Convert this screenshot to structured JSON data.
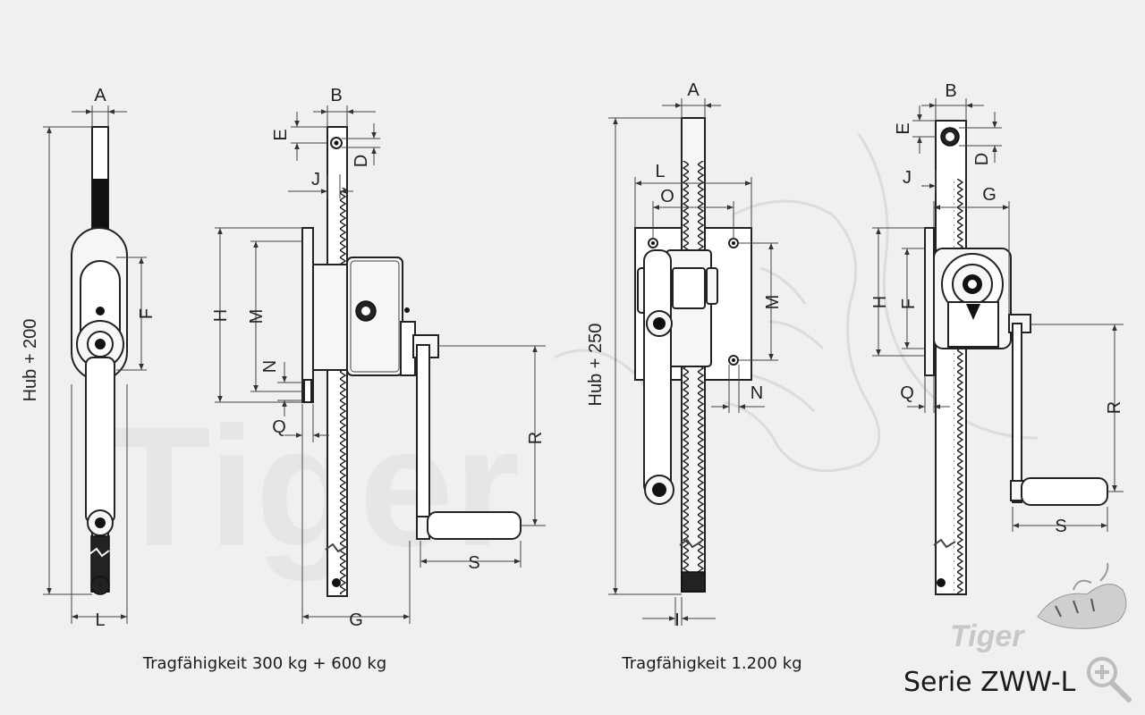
{
  "view1": {
    "dim_a": "A",
    "dim_hub": "Hub + 200",
    "dim_f": "F",
    "dim_l": "L"
  },
  "view2": {
    "dim_b": "B",
    "dim_e": "E",
    "dim_d": "D",
    "dim_j": "J",
    "dim_h": "H",
    "dim_m": "M",
    "dim_n": "N",
    "dim_q": "Q",
    "dim_r": "R",
    "dim_s": "S",
    "dim_g": "G"
  },
  "view3": {
    "dim_a": "A",
    "dim_l": "L",
    "dim_o": "O",
    "dim_m": "M",
    "dim_n": "N",
    "dim_hub": "Hub + 250",
    "dim_i": "I"
  },
  "view4": {
    "dim_b": "B",
    "dim_e": "E",
    "dim_d": "D",
    "dim_j": "J",
    "dim_g": "G",
    "dim_h": "H",
    "dim_f": "F",
    "dim_q": "Q",
    "dim_r": "R",
    "dim_s": "S"
  },
  "captions": {
    "left": "Tragfähigkeit 300 kg + 600 kg",
    "right": "Tragfähigkeit 1.200 kg"
  },
  "brand": {
    "logo": "Tiger",
    "series": "Serie ZWW-L",
    "watermark": "Tiger"
  },
  "icons": {
    "zoom": "zoom-plus-icon",
    "logo": "tiger-logo-icon"
  }
}
